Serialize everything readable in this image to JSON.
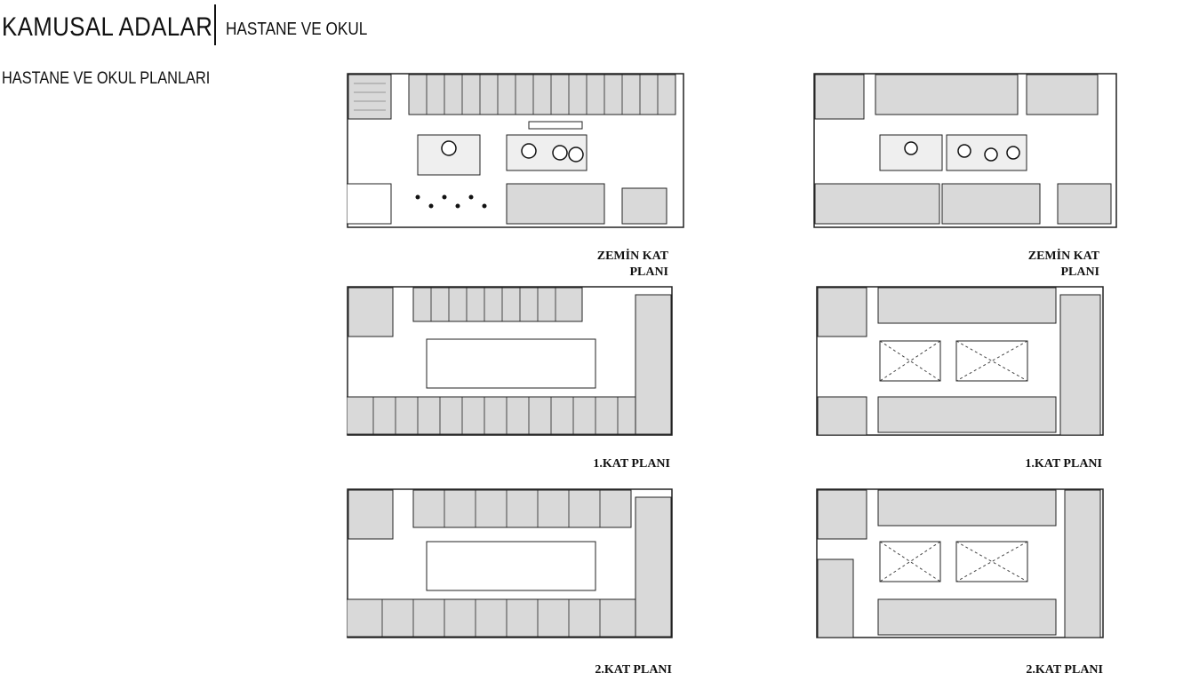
{
  "header": {
    "title": "KAMUSAL ADALAR",
    "subtitle": "HASTANE VE OKUL"
  },
  "section_title": "HASTANE VE OKUL PLANLARI",
  "plans": {
    "hospital_ground": {
      "caption_line1": "ZEMİN KAT",
      "caption_line2": "PLANI"
    },
    "school_ground": {
      "caption_line1": "ZEMİN KAT",
      "caption_line2": "PLANI"
    },
    "hospital_first": {
      "caption": "1.KAT PLANI"
    },
    "school_first": {
      "caption": "1.KAT PLANI"
    },
    "hospital_second": {
      "caption": "2.KAT PLANI"
    },
    "school_second": {
      "caption": "2.KAT PLANI"
    }
  },
  "colors": {
    "wall": "#222222",
    "room_fill": "#d9d9d9",
    "light_fill": "#efefef"
  }
}
